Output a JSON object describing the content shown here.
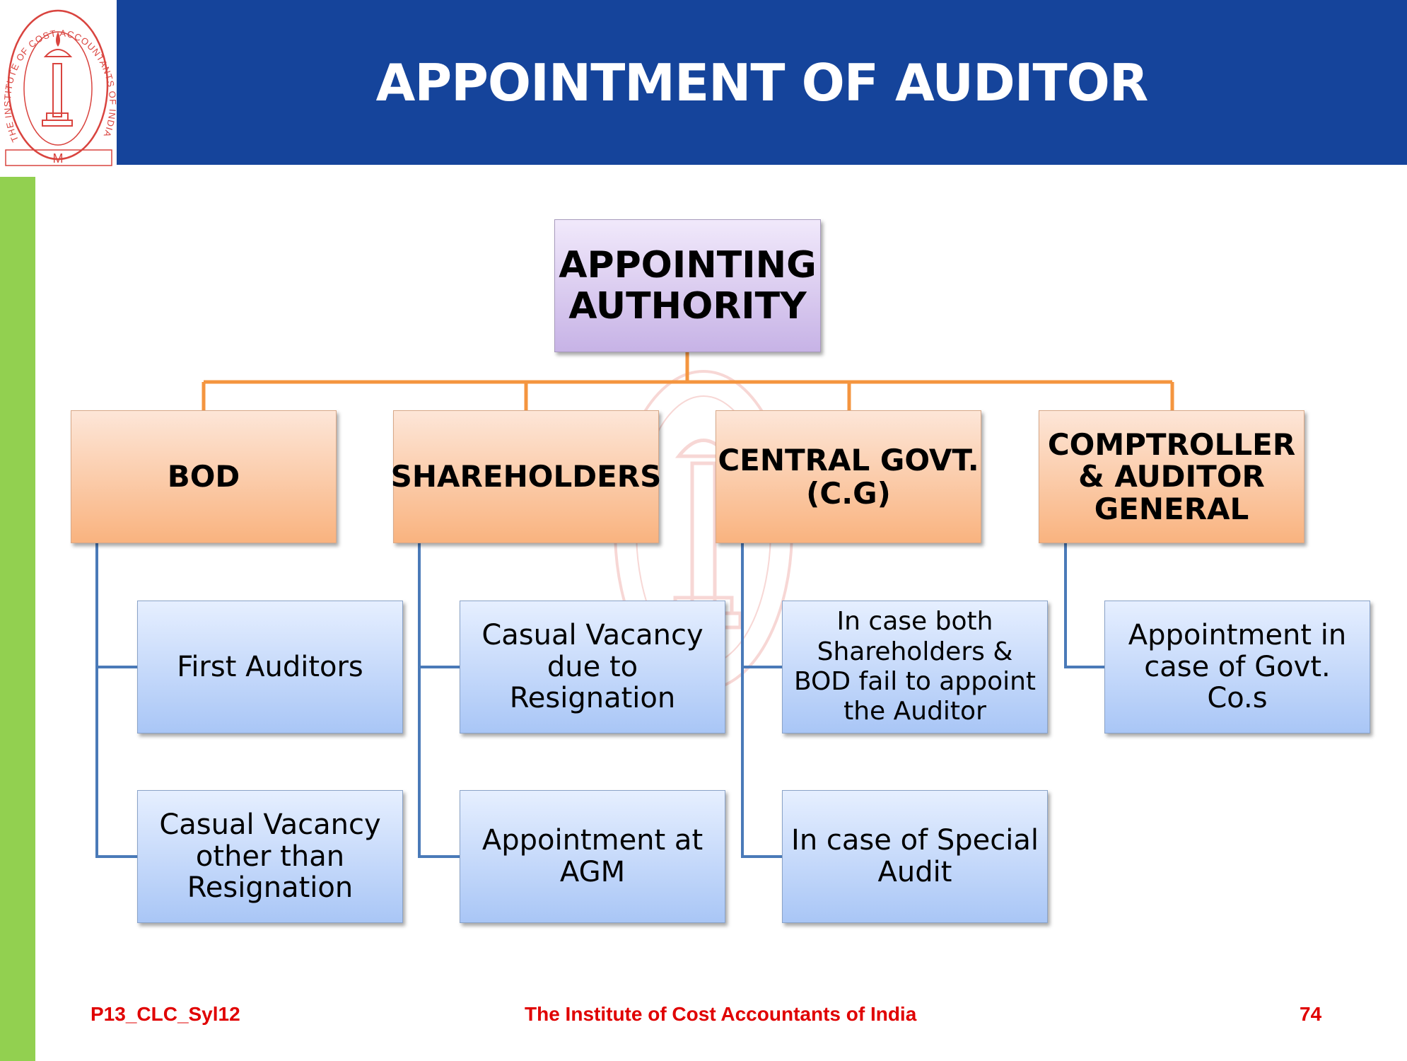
{
  "slide": {
    "title": "APPOINTMENT OF AUDITOR",
    "colors": {
      "header": "#15449b",
      "sidebar": "#92d050",
      "connector_top": "#f4953f",
      "connector_side": "#4a7ab8",
      "footer_text": "#e00000"
    }
  },
  "logo": {
    "icon": "institute-seal-icon",
    "text": "THE INSTITUTE OF COST ACCOUNTANTS OF INDIA"
  },
  "diagram": {
    "root": {
      "label": "APPOINTING AUTHORITY"
    },
    "categories": [
      {
        "label": "BOD",
        "children": [
          "First Auditors",
          "Casual Vacancy other than Resignation"
        ]
      },
      {
        "label": "SHAREHOLDERS",
        "children": [
          "Casual Vacancy due to Resignation",
          "Appointment at AGM"
        ]
      },
      {
        "label": "CENTRAL GOVT.(C.G)",
        "children": [
          "In case both Shareholders & BOD fail to appoint the Auditor",
          "In case of Special Audit"
        ]
      },
      {
        "label": "COMPTROLLER & AUDITOR GENERAL",
        "children": [
          "Appointment in case of Govt. Co.s"
        ]
      }
    ]
  },
  "footer": {
    "code": "P13_CLC_Syl12",
    "institute": "The Institute of Cost Accountants of India",
    "page": "74"
  }
}
